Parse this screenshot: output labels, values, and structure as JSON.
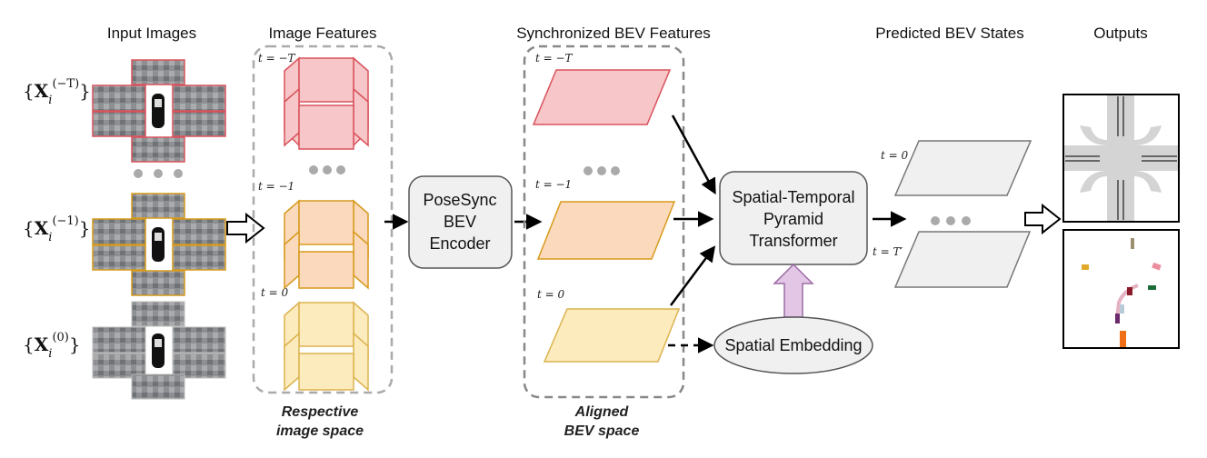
{
  "headers": {
    "input_images": "Input Images",
    "image_features": "Image Features",
    "synced_bev": "Synchronized BEV Features",
    "predicted_bev": "Predicted BEV States",
    "outputs": "Outputs"
  },
  "input_labels": [
    "{X_i^(-T)}",
    "{X_i^(-1)}",
    "{X_i^(0)}"
  ],
  "time_labels": {
    "t_neg_T": "t = −T",
    "t_neg_1": "t = −1",
    "t_0": "t = 0",
    "t_T_prime": "t = T′"
  },
  "boxes": {
    "posesync_line1": "PoseSync",
    "posesync_line2": "BEV",
    "posesync_line3": "Encoder",
    "stpt_line1": "Spatial-Temporal",
    "stpt_line2": "Pyramid",
    "stpt_line3": "Transformer",
    "spatial_embedding": "Spatial Embedding"
  },
  "space_labels": {
    "respective_line1": "Respective",
    "respective_line2": "image space",
    "aligned_line1": "Aligned",
    "aligned_line2": "BEV space"
  },
  "colors": {
    "red_fill": "#f6c6c8",
    "red_stroke": "#d9525c",
    "orange_fill": "#fbd9bc",
    "orange_stroke": "#d79a1c",
    "yellow_fill": "#fcebbc",
    "yellow_stroke": "#dcb350",
    "gray_fill": "#f0f0f0",
    "gray_stroke": "#777777",
    "embed_arrow_fill": "#e3c6e6",
    "embed_arrow_stroke": "#9a6ba3"
  }
}
